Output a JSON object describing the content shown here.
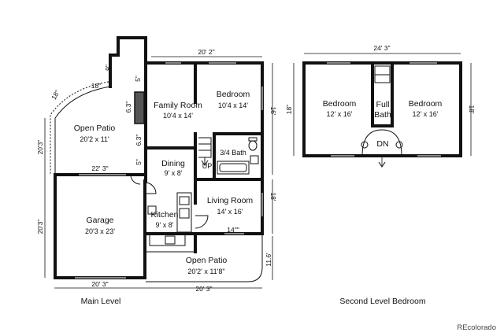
{
  "main_level": {
    "caption": "Main Level",
    "rooms": {
      "family_room": {
        "name": "Family Room",
        "size": "10'4 x 14'"
      },
      "bedroom": {
        "name": "Bedroom",
        "size": "10'4 x 14'"
      },
      "open_patio_top": {
        "name": "Open Patio",
        "size": "20'2 x 11'"
      },
      "dining": {
        "name": "Dining",
        "size": "9' x 8'"
      },
      "bath": {
        "name": "3/4 Bath"
      },
      "stairs_up": {
        "name": "UP"
      },
      "living_room": {
        "name": "Living Room",
        "size": "14' x 16'"
      },
      "kitchen": {
        "name": "Kitchen",
        "size": "9' x 8'"
      },
      "garage": {
        "name": "Garage",
        "size": "20'3 x 23'"
      },
      "open_patio_bottom": {
        "name": "Open Patio",
        "size": "20'2' x 11'8\""
      }
    },
    "dimensions": {
      "top_width": "20' 2\"",
      "nine": "9\"",
      "five_top": "5\"",
      "eighteen": "18\"",
      "arc_18": "18\"",
      "six_three_a": "6.3\"",
      "six_three_b": "6.3\"",
      "five_mid": "5\"",
      "left_20_3": "20'3\"",
      "right_16": "16'",
      "patio_width": "22' 3\"",
      "right_18": "18'",
      "left_garage": "20'3\"",
      "fourteen": "14\"\"",
      "right_11_6": "11.6'",
      "bottom_garage": "20' 3\"",
      "bottom_patio": "20' 3\""
    }
  },
  "second_level": {
    "caption": "Second Level Bedroom",
    "rooms": {
      "bedroom_left": {
        "name": "Bedroom",
        "size": "12' x 16'"
      },
      "full_bath_a": {
        "name": "Full"
      },
      "full_bath_b": {
        "name": "Bath"
      },
      "bedroom_right": {
        "name": "Bedroom",
        "size": "12' x 16'"
      },
      "stairs_down": {
        "name": "DN"
      }
    },
    "dimensions": {
      "top_width": "24' 3\"",
      "left_18": "18\"",
      "right_18": "18'"
    }
  },
  "brand": "REcolorado"
}
